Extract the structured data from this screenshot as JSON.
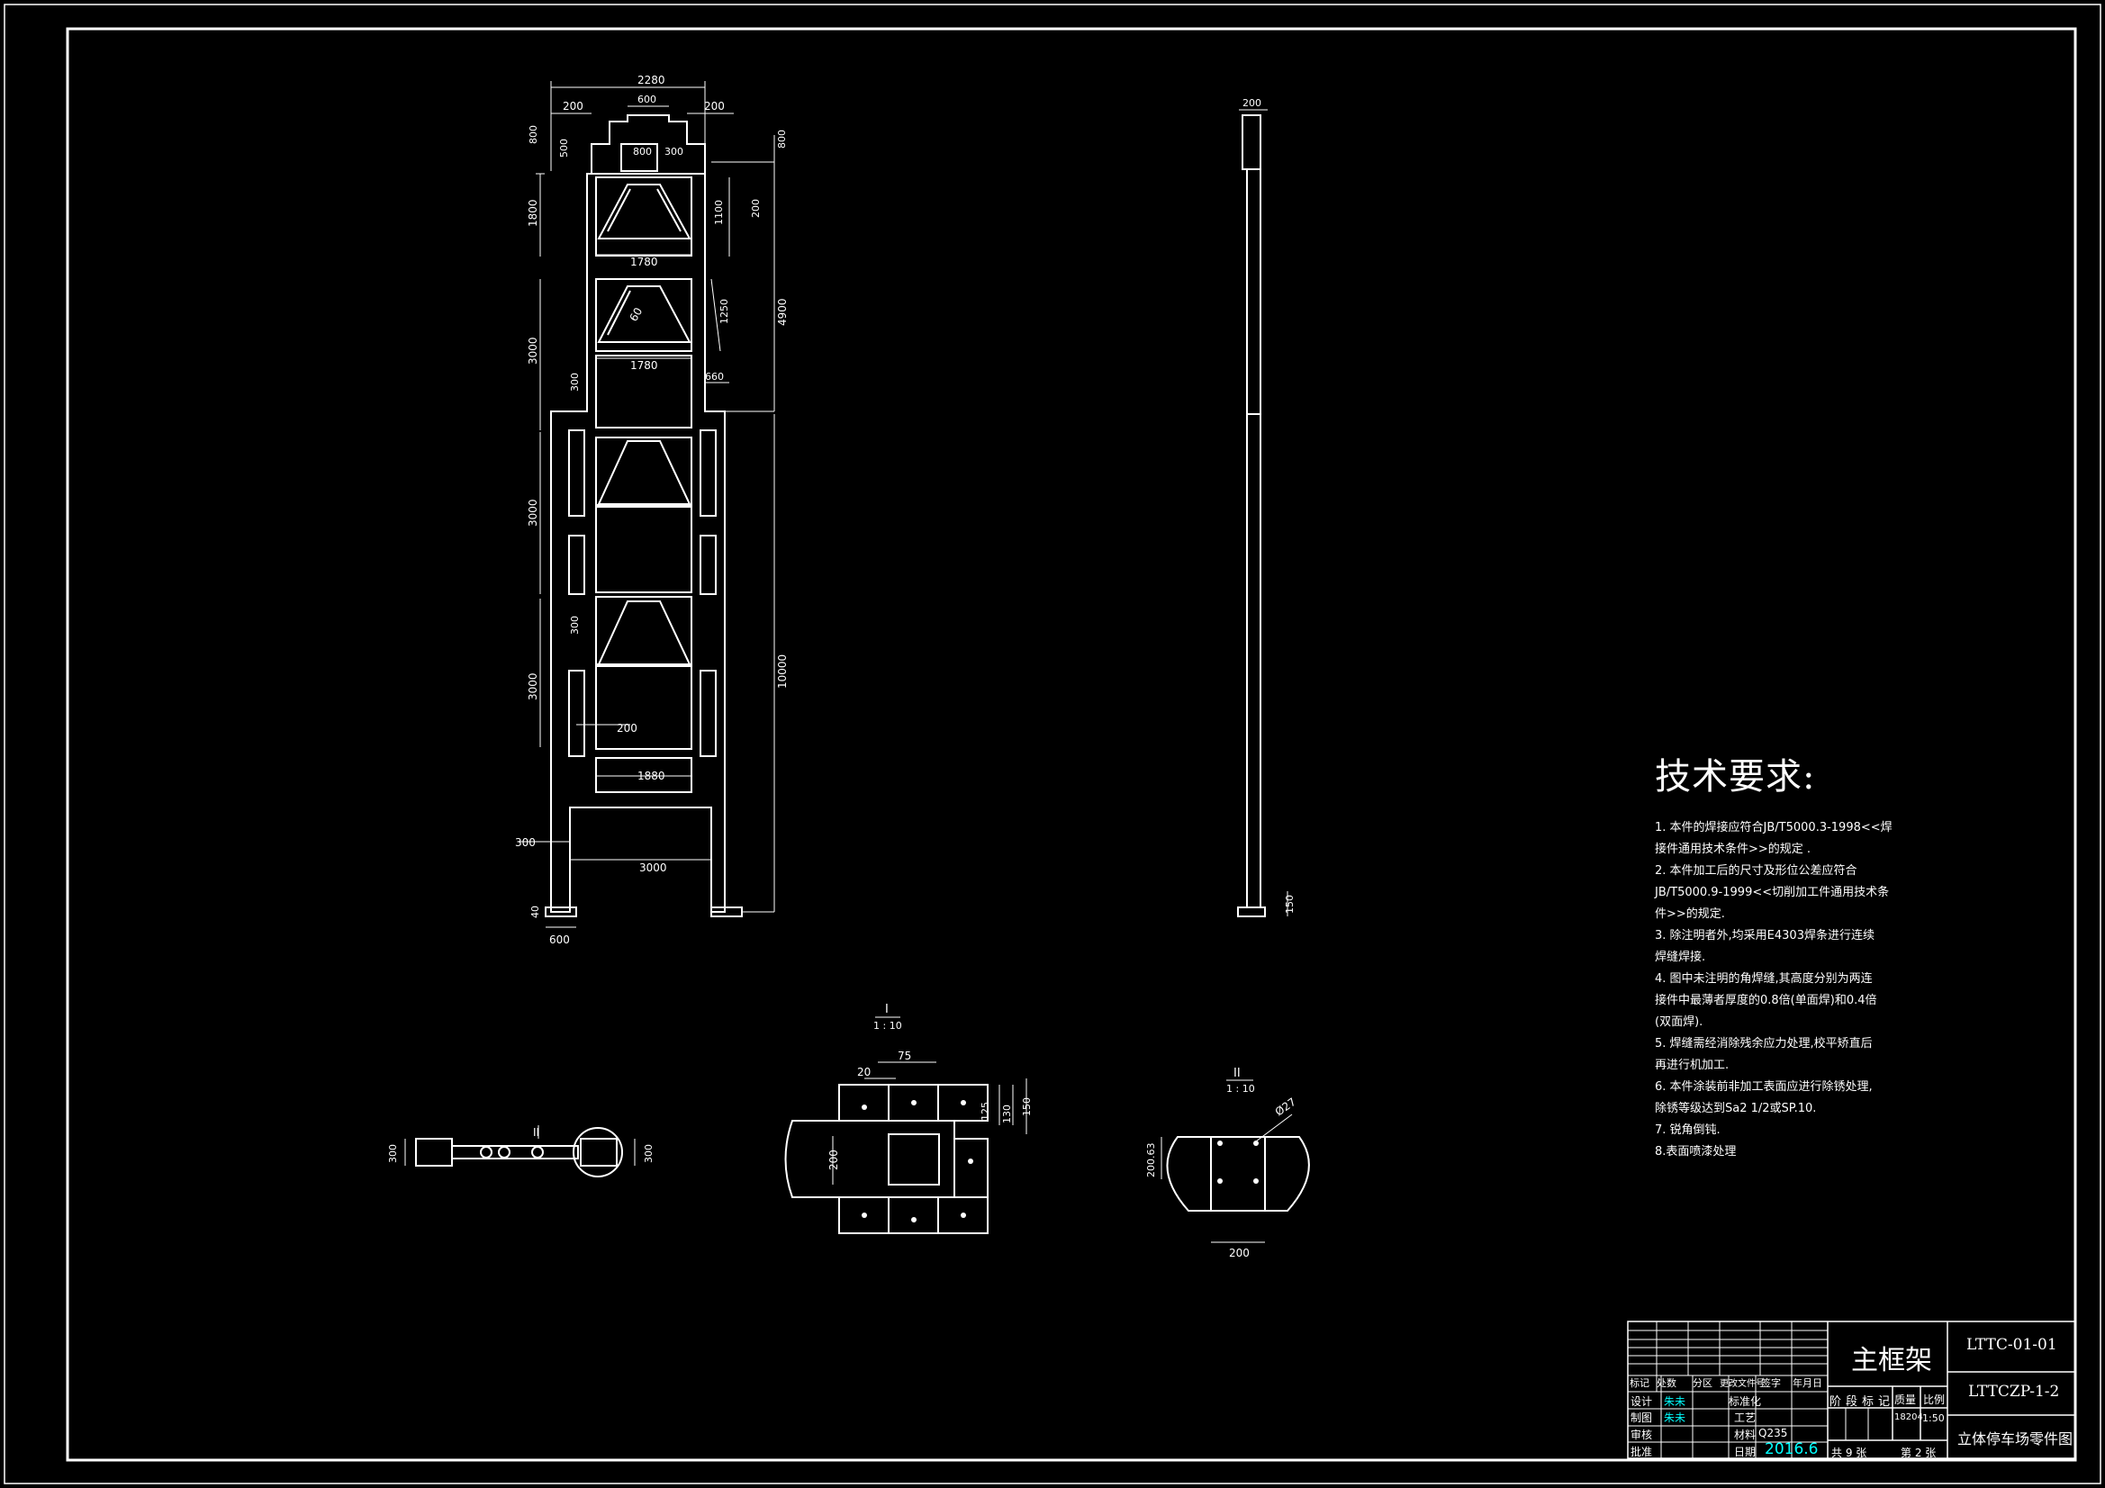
{
  "drawing": {
    "front_view_dims": {
      "overall_width": "2280",
      "top_left": "200",
      "top_right": "200",
      "cap_width": "600",
      "cap_inner": "800",
      "cap_offset": "300",
      "cap_height_left": "800",
      "cap_step": "500",
      "cap_height_right": "800",
      "bay1_height": "1800",
      "truss_height": "1100",
      "truss_offset": "200",
      "truss_width_1": "1780",
      "truss_width_2": "1780",
      "truss_angle": "60",
      "truss_height_2": "1250",
      "upper_total": "4900",
      "bay2_height": "3000",
      "shoulder": "660",
      "shoulder_v": "300",
      "bay3_height": "3000",
      "bay4_height": "3000",
      "post_gap": "300",
      "bar_gap": "200",
      "bottom_bar": "1880",
      "lower_total": "10000",
      "leg_offset": "300",
      "leg_span": "3000",
      "foot_height": "40",
      "foot_width": "600"
    },
    "side_view_dims": {
      "top_width": "200",
      "base_height": "150"
    },
    "top_view_dims": {
      "left_dim": "300",
      "right_dim": "300",
      "section_mark": "II"
    },
    "detail_i": {
      "title": "I",
      "scale": "1 : 10",
      "dim_75": "75",
      "dim_20": "20",
      "dim_125": "125",
      "dim_130": "130",
      "dim_150": "150",
      "dim_200": "200"
    },
    "detail_ii": {
      "title": "II",
      "scale": "1 : 10",
      "hole": "Ø27",
      "height": "200.63",
      "width": "200"
    }
  },
  "technical_requirements": {
    "heading": "技术要求:",
    "items": [
      "1. 本件的焊接应符合JB/T5000.3-1998<<焊",
      "接件通用技术条件>>的规定 .",
      "2. 本件加工后的尺寸及形位公差应符合",
      "JB/T5000.9-1999<<切削加工件通用技术条",
      "件>>的规定.",
      "3. 除注明者外,均采用E4303焊条进行连续",
      "焊缝焊接.",
      "4. 图中未注明的角焊缝,其高度分别为两连",
      "接件中最薄者厚度的0.8倍(单面焊)和0.4倍",
      "(双面焊).",
      "5. 焊缝需经消除残余应力处理,校平矫直后",
      "再进行机加工.",
      "6. 本件涂装前非加工表面应进行除锈处理,",
      "除锈等级达到Sa2 1/2或SP.10.",
      "7. 锐角倒钝.",
      "8.表面喷漆处理"
    ]
  },
  "title_block": {
    "header_cells": [
      "标记",
      "处数",
      "分区",
      "更改文件号",
      "签字",
      "年月日"
    ],
    "design_label": "设计",
    "designer": "朱未",
    "standardize_label": "标准化",
    "drawing_label": "制图",
    "drafter": "朱未",
    "process_label": "工艺",
    "review_label": "审核",
    "material_label": "材料",
    "material": "Q235",
    "approve_label": "批准",
    "date_label": "日期",
    "date": "2016.6",
    "part_name": "主框架",
    "stage_labels": "阶段标记",
    "weight_label": "质量",
    "scale_label": "比例",
    "weight": "18204",
    "scale": "1:50",
    "sheets_total": "共 9 张",
    "sheet_no": "第 2 张",
    "drawing_no_1": "LTTC-01-01",
    "drawing_no_2": "LTTCZP-1-2",
    "project": "立体停车场零件图"
  },
  "colors": {
    "background": "#000000",
    "line": "#ffffff",
    "highlight": "#00ffff"
  }
}
